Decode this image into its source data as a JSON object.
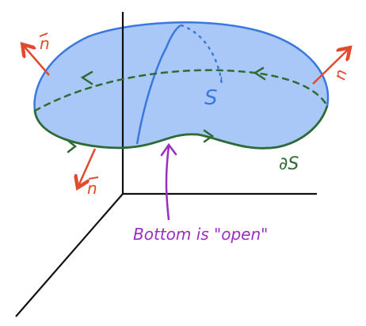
{
  "diagram": {
    "labels": {
      "surface": "S",
      "boundary": "∂S",
      "normal_vector": "n",
      "caption": "Bottom is \"open\""
    },
    "colors": {
      "surface_fill": "#a9c8f7",
      "surface_outline": "#3a78e0",
      "boundary_curve": "#2f6b34",
      "normal_arrows": "#e04a2f",
      "axes": "#111111",
      "annotation": "#9a2fbf"
    }
  }
}
